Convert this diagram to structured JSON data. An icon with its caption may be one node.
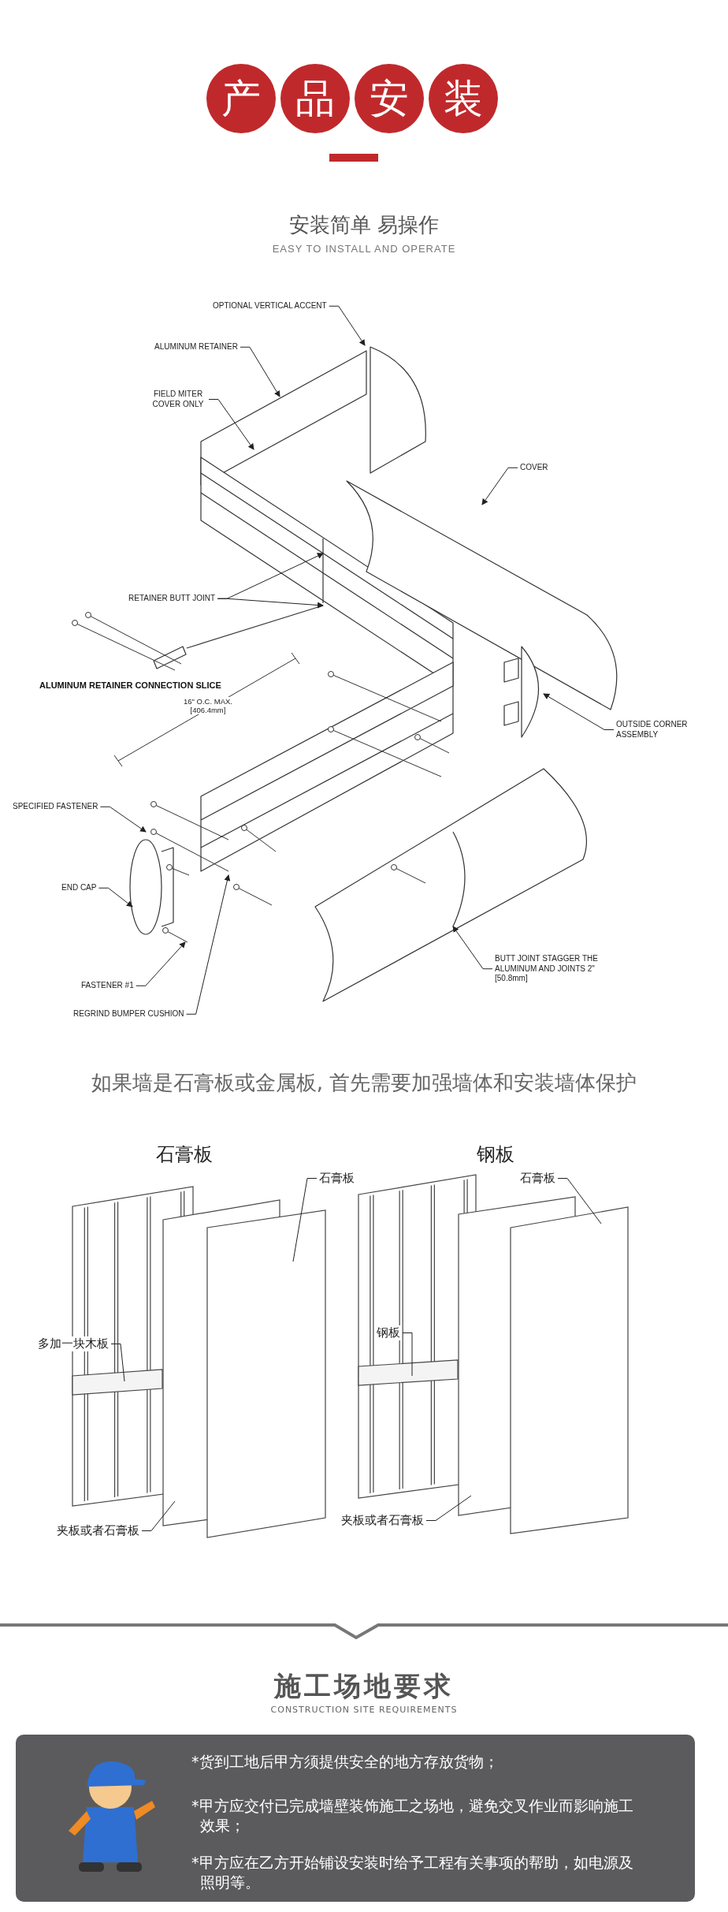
{
  "diagram": {
    "nodes": [
      {
        "text": [
          "产"
        ]
      },
      {
        "text": [
          "品"
        ]
      },
      {
        "text": [
          "安"
        ]
      },
      {
        "text": [
          "装"
        ]
      },
      {
        "text": [
          "OPTIONAL VERTICAL ACCENT"
        ]
      },
      {
        "text": [
          "ALUMINUM RETAINER"
        ]
      },
      {
        "text": [
          "FIELD MITER COVER ONLY"
        ]
      },
      {
        "text": [
          "COVER"
        ]
      },
      {
        "text": [
          "RETAINER BUTT JOINT"
        ]
      },
      {
        "text": [
          "OUTSIDE CORNER ASSEMBLY"
        ]
      },
      {
        "text": [
          "SPECIFIED FASTENER"
        ]
      },
      {
        "text": [
          "END CAP"
        ]
      },
      {
        "text": [
          "FASTENER #1"
        ]
      },
      {
        "text": [
          "REGRIND BUMPER CUSHION"
        ]
      },
      {
        "text": [
          "BUTT JOINT STAGGER THE ALUMINUM AND JOINTS 2\" [50.8mm]"
        ]
      },
      {
        "text": [
          "石膏板"
        ]
      },
      {
        "text": [
          "多加一块木板"
        ]
      },
      {
        "text": [
          "夹板或者石膏板"
        ]
      },
      {
        "text": [
          "石膏板"
        ]
      },
      {
        "text": [
          "钢板"
        ]
      },
      {
        "text": [
          "夹板或者石膏板"
        ]
      },
      {
        "text": [
          "*货到工地后甲方须提供安全的地方存放货物；",
          "*甲方应交付已完成墙壁装饰施工之场地，避免交叉作业而影响施工效果；",
          "*甲方应在乙方开始铺设安装时给予工程有关事项的帮助，如电源及照明等。"
        ]
      },
      {
        "text": [],
        "shape": "bar"
      },
      {
        "text": [],
        "shape": "box"
      },
      {
        "text": [],
        "shape": "box"
      },
      {
        "text": [],
        "shape": "bar"
      },
      {
        "text": [],
        "shape": "box"
      },
      {
        "text": [],
        "shape": "box"
      }
    ],
    "edges": [
      {
        "from": 4,
        "to": null,
        "arrow": "to"
      },
      {
        "from": 5,
        "to": null,
        "arrow": "to"
      },
      {
        "from": 6,
        "to": null,
        "arrow": "to"
      },
      {
        "from": 7,
        "to": null,
        "arrow": "to"
      },
      {
        "from": 8,
        "to": null,
        "arrow": "to"
      },
      {
        "from": 8,
        "to": null,
        "arrow": "to"
      },
      {
        "from": 9,
        "to": null,
        "arrow": "to"
      },
      {
        "from": 10,
        "to": null,
        "arrow": "to"
      },
      {
        "from": 11,
        "to": null,
        "arrow": "to"
      },
      {
        "from": 12,
        "to": null,
        "arrow": "to"
      },
      {
        "from": 13,
        "to": null,
        "arrow": "to"
      },
      {
        "from": 14,
        "to": null,
        "arrow": "to"
      },
      {
        "from": 15,
        "to": 24,
        "arrow": "none"
      },
      {
        "from": 16,
        "to": 22,
        "arrow": "none"
      },
      {
        "from": 17,
        "to": 23,
        "arrow": "none"
      },
      {
        "from": 18,
        "to": 27,
        "arrow": "none"
      },
      {
        "from": 19,
        "to": 25,
        "arrow": "none"
      },
      {
        "from": 20,
        "to": 26,
        "arrow": "none"
      }
    ],
    "labels": [
      "安装简单  易操作",
      "EASY TO INSTALL AND OPERATE",
      "ALUMINUM RETAINER CONNECTION SLICE",
      "16\" O.C. MAX. [406.4mm]",
      "如果墙是石膏板或金属板, 首先需要加强墙体和安装墙体保护",
      "石膏板",
      "钢板",
      "施工场地要求",
      "CONSTRUCTION SITE REQUIREMENTS"
    ]
  }
}
